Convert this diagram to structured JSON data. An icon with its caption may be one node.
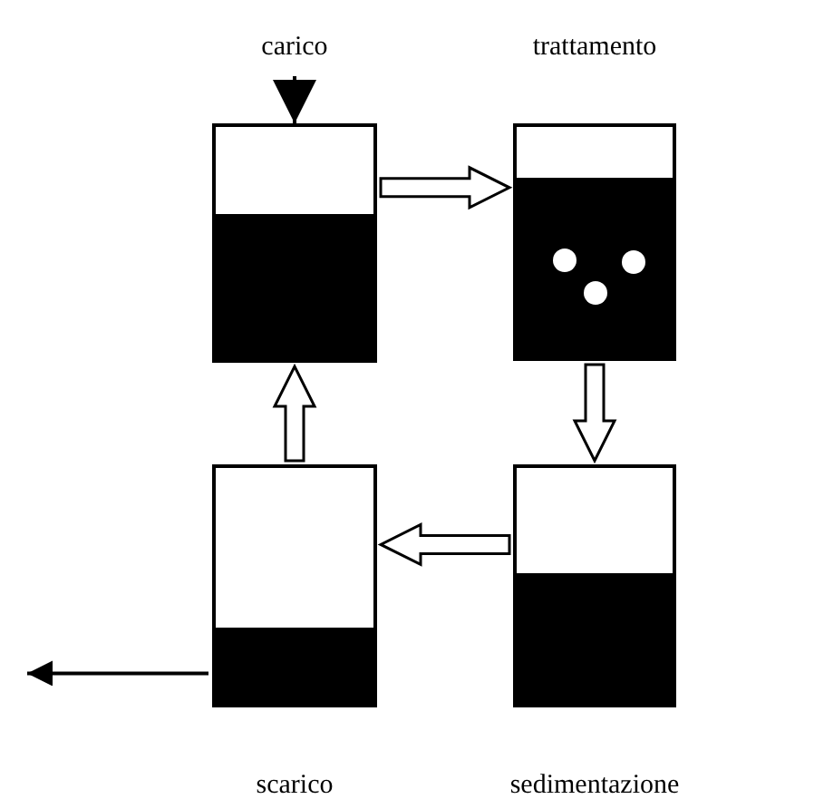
{
  "diagram": {
    "nodes": [
      {
        "text": [
          "carico"
        ]
      },
      {
        "text": [
          "trattamento"
        ]
      },
      {
        "text": [
          "sedimentazione"
        ]
      },
      {
        "text": [
          "scarico"
        ]
      }
    ],
    "edges": [
      {
        "from": 0,
        "to": 1,
        "arrow": "to"
      },
      {
        "from": 1,
        "to": 2,
        "arrow": "to"
      },
      {
        "from": 2,
        "to": 3,
        "arrow": "to"
      },
      {
        "from": 3,
        "to": 0,
        "arrow": "to"
      },
      {
        "from": null,
        "to": 0,
        "arrow": "to"
      },
      {
        "from": 3,
        "to": null,
        "arrow": "to"
      }
    ]
  }
}
